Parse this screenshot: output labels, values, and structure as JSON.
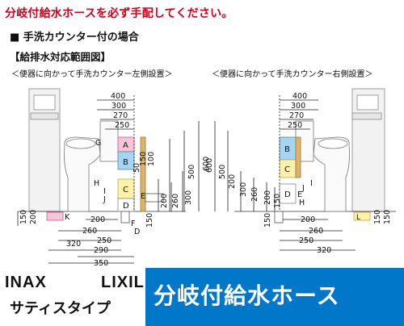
{
  "header": {
    "notice": "分岐付給水ホースを必ず手配してください。",
    "section_title": "■ 手洗カウンター付の場合",
    "range_title": "【給排水対応範囲図】",
    "caption_left": "＜便器に向かって手洗カウンター左側設置＞",
    "caption_right": "＜便器に向かって手洗カウンター右側設置＞"
  },
  "diagram_left": {
    "top_dims": [
      "400",
      "300",
      "270",
      "250"
    ],
    "zone_labels": [
      "A",
      "B",
      "C",
      "D"
    ],
    "letters": [
      "G",
      "H",
      "I",
      "J",
      "E",
      "K",
      "F",
      "D"
    ],
    "vertical_dims": [
      "100",
      "150",
      "50",
      "500",
      "600",
      "200",
      "260",
      "300"
    ],
    "side_dims": [
      "150",
      "200"
    ],
    "bottom_dims": [
      "200",
      "260",
      "250",
      "320",
      "290",
      "350",
      "150"
    ]
  },
  "diagram_right": {
    "top_dims": [
      "400",
      "300",
      "270",
      "250"
    ],
    "zone_labels": [
      "B",
      "C",
      "D"
    ],
    "letters": [
      "I",
      "J",
      "E",
      "H",
      "L"
    ],
    "vertical_dims": [
      "600",
      "500",
      "200",
      "300",
      "260",
      "200",
      "150"
    ],
    "side_dims": [
      "150",
      "150"
    ],
    "bottom_dims": [
      "200",
      "260",
      "250",
      "320",
      "150"
    ]
  },
  "footer": {
    "brand_inax": "INAX",
    "brand_lixil": "LIXIL",
    "model": "サティスタイプ",
    "product": "分岐付給水ホース"
  },
  "colors": {
    "notice_red": "#d4001a",
    "footer_blue": "#0077c8",
    "zone_pink": "#f6c6d6",
    "zone_blue": "#a7d4f0",
    "zone_yellow": "#fbf1a8",
    "zone_tan": "#dcb36a"
  }
}
